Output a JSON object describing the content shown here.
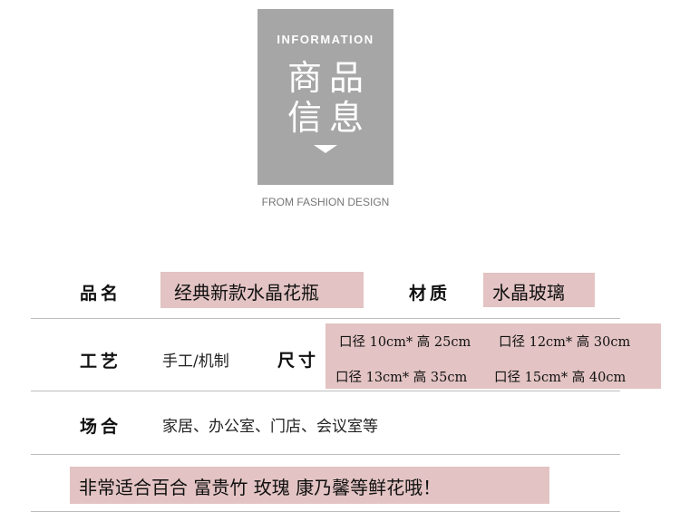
{
  "header": {
    "eyebrow": "INFORMATION",
    "title_line1": "商品",
    "title_line2": "信息",
    "subtitle": "FROM FASHION DESIGN",
    "box_color": "#a6a6a6"
  },
  "accent_color": "#e3c3c3",
  "rows": {
    "name": {
      "label": "品名",
      "value": "经典新款水晶花瓶"
    },
    "material": {
      "label": "材质",
      "value": "水晶玻璃"
    },
    "craft": {
      "label": "工艺",
      "value": "手工/机制"
    },
    "size": {
      "label": "尺寸",
      "items": [
        "口径 10cm* 高 25cm",
        "口径 12cm* 高 30cm",
        "口径 13cm* 高 35cm",
        "口径 15cm* 高 40cm"
      ]
    },
    "occasion": {
      "label": "场合",
      "value": "家居、办公室、门店、会议室等"
    }
  },
  "footer_note": "非常适合百合 富贵竹 玫瑰 康乃馨等鲜花哦！"
}
